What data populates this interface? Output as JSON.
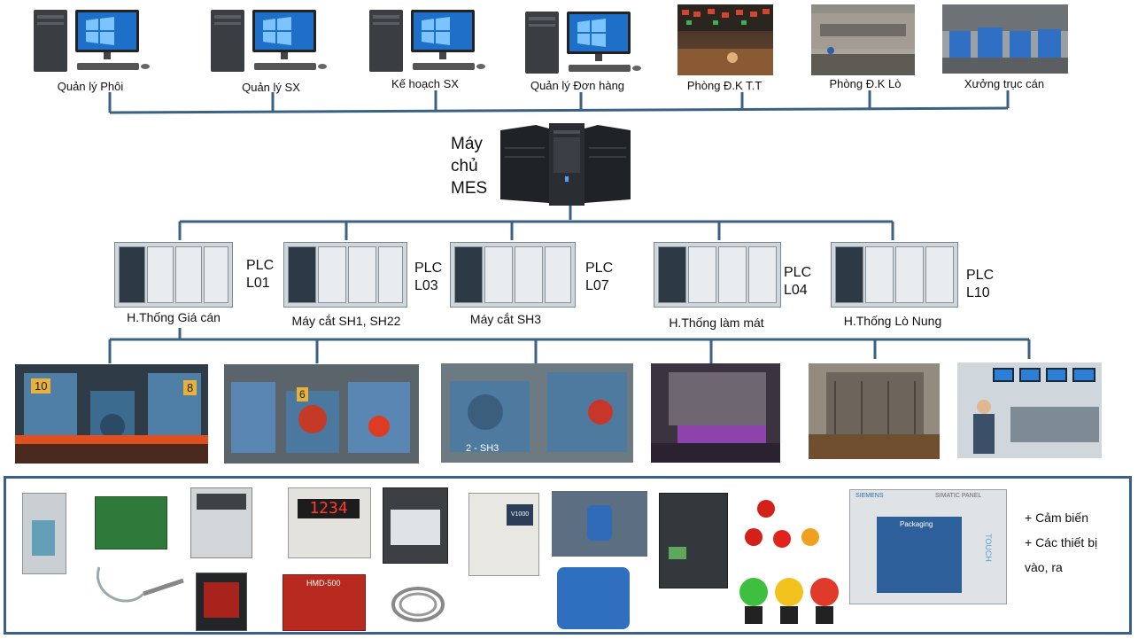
{
  "top_nodes": [
    {
      "label": "Quản lý Phôi",
      "kind": "pc"
    },
    {
      "label": "Quản lý SX",
      "kind": "pc"
    },
    {
      "label": "Kế hoạch SX",
      "kind": "pc"
    },
    {
      "label": "Quản lý Đơn hàng",
      "kind": "pc"
    },
    {
      "label": "Phòng Đ.K T.T",
      "kind": "photo"
    },
    {
      "label": "Phòng Đ.K Lò",
      "kind": "photo"
    },
    {
      "label": "Xưởng trục cán",
      "kind": "photo"
    }
  ],
  "server": {
    "line1": "Máy",
    "line2": "chủ",
    "line3": "MES"
  },
  "plcs": [
    {
      "name_line1": "PLC",
      "name_line2": "L01",
      "label": "H.Thống Giá cán"
    },
    {
      "name_line1": "PLC",
      "name_line2": "L03",
      "label": "Máy cắt SH1, SH22"
    },
    {
      "name_line1": "PLC",
      "name_line2": "L07",
      "label": "Máy cắt SH3"
    },
    {
      "name_line1": "PLC",
      "name_line2": "L04",
      "label": "H.Thống làm mát"
    },
    {
      "name_line1": "PLC",
      "name_line2": "L10",
      "label": "H.Thống Lò Nung"
    }
  ],
  "field_photos": [
    {
      "icon": "rolling-mill-photo",
      "stand_left": "10",
      "stand_right": "8"
    },
    {
      "icon": "shear-machine-photo",
      "stand_left": "6"
    },
    {
      "icon": "shear-sh3-photo",
      "plate": "2 - SH3"
    },
    {
      "icon": "furnace-photo"
    },
    {
      "icon": "cooling-bed-photo"
    },
    {
      "icon": "control-room-photo"
    }
  ],
  "devices": {
    "counter_display": "1234",
    "hmi_brand": "SIEMENS",
    "hmi_model": "SIMATIC PANEL",
    "hmi_touch": "TOUCH",
    "hmi_screen_title": "Packaging",
    "inverter_model": "V1000",
    "controller_label": "HMD-500",
    "notes": [
      "+ Cảm biến",
      "+ Các thiết bị",
      "vào, ra"
    ]
  },
  "colors": {
    "wire": "#3c6283",
    "frame": "#3a5f8a"
  }
}
